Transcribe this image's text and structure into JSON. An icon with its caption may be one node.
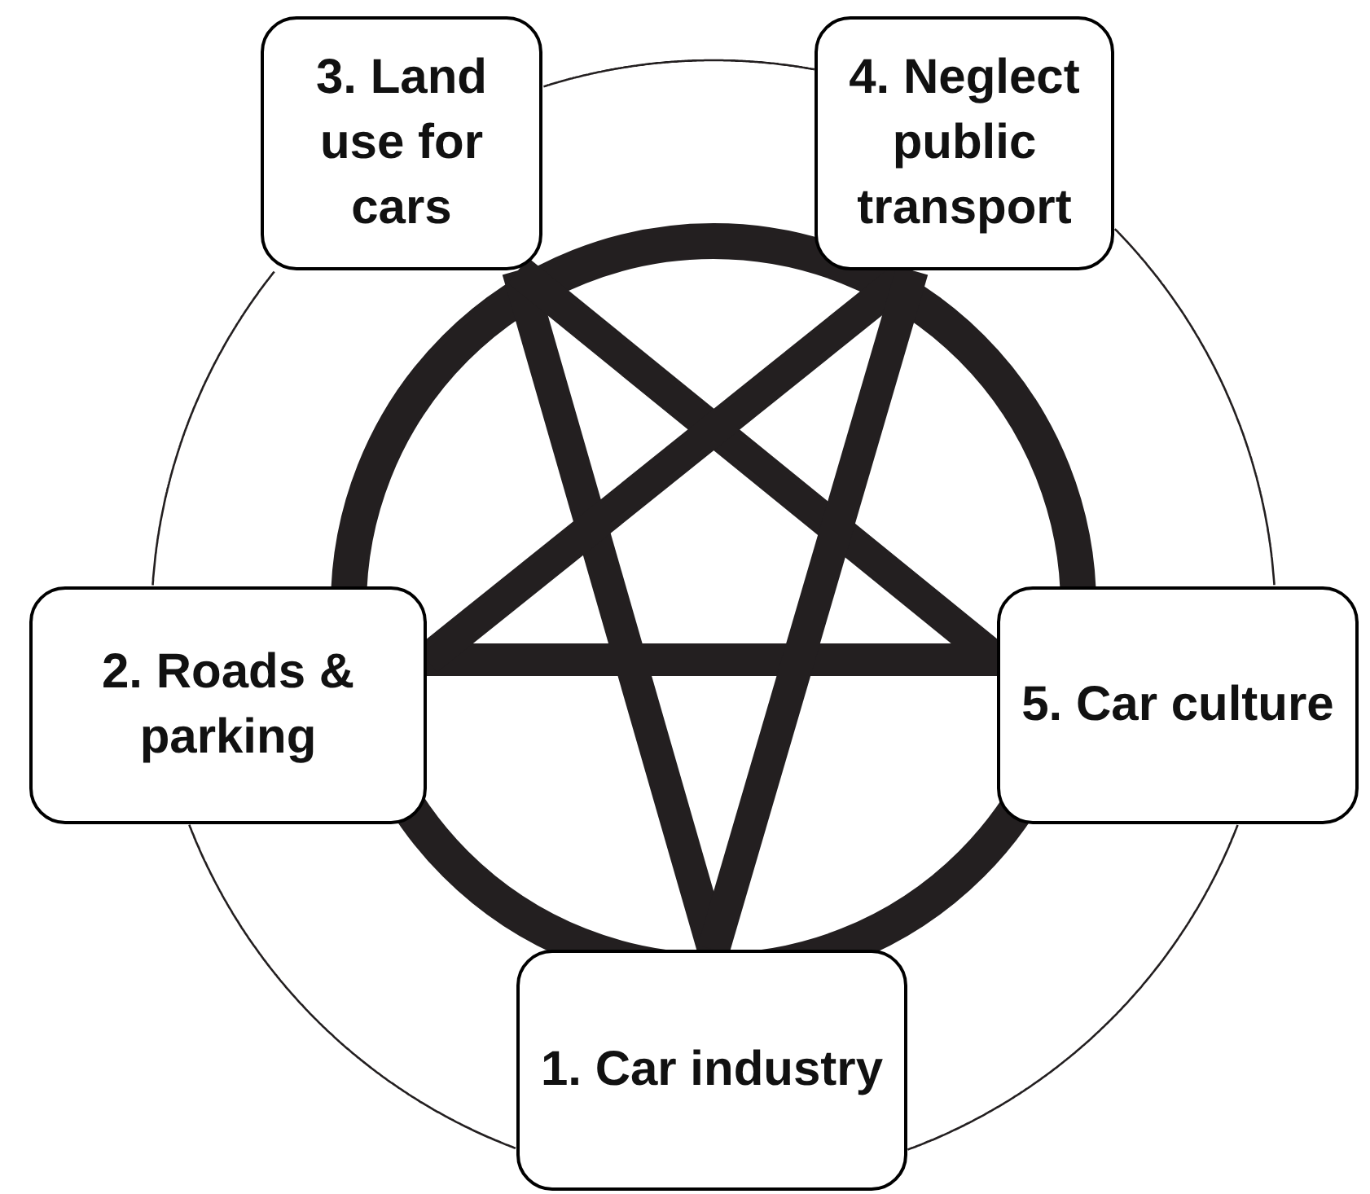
{
  "diagram": {
    "nodes": [
      {
        "text": [
          "3. Land use for cars"
        ]
      },
      {
        "text": [
          "4. Neglect public transport"
        ]
      },
      {
        "text": [
          "2. Roads & parking"
        ]
      },
      {
        "text": [
          "5. Car culture"
        ]
      },
      {
        "text": [
          "1. Car industry"
        ]
      }
    ],
    "edges": [
      {
        "from": 4,
        "to": 0,
        "arrow": "none",
        "style": "thick"
      },
      {
        "from": 0,
        "to": 3,
        "arrow": "none",
        "style": "thick"
      },
      {
        "from": 3,
        "to": 2,
        "arrow": "none",
        "style": "thick"
      },
      {
        "from": 2,
        "to": 1,
        "arrow": "none",
        "style": "thick"
      },
      {
        "from": 1,
        "to": 4,
        "arrow": "none",
        "style": "thick"
      },
      {
        "from": 4,
        "to": 2,
        "arrow": "none"
      },
      {
        "from": 2,
        "to": 0,
        "arrow": "none"
      },
      {
        "from": 0,
        "to": 1,
        "arrow": "none"
      },
      {
        "from": 1,
        "to": 3,
        "arrow": "none"
      },
      {
        "from": 3,
        "to": 4,
        "arrow": "none"
      }
    ]
  }
}
